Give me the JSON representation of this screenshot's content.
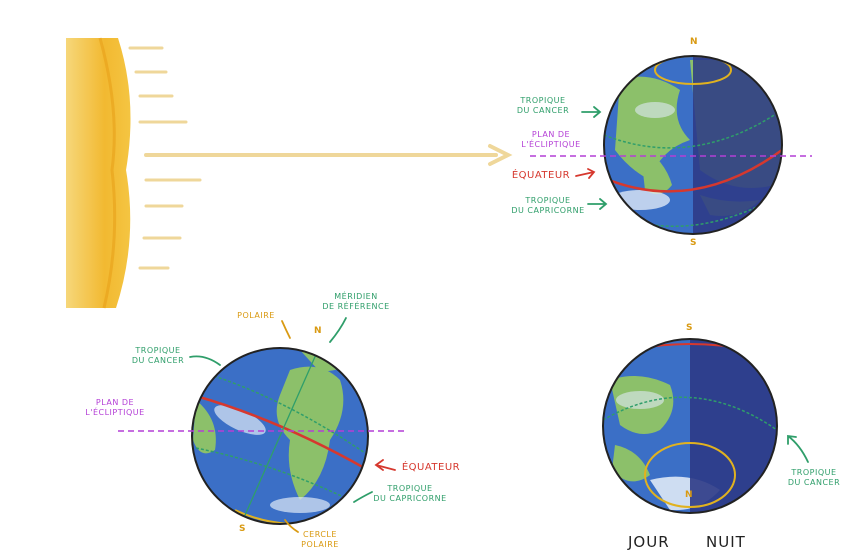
{
  "top": {
    "tropic_cancer": [
      "TROPIQUE",
      "DU CANCER"
    ],
    "ecliptic_plane": [
      "PLAN DE",
      "L'ÉCLIPTIQUE"
    ],
    "equator": "ÉQUATEUR",
    "tropic_capricorn": [
      "TROPIQUE",
      "DU CAPRICORNE"
    ],
    "north": "N",
    "south": "S"
  },
  "bottom_left": {
    "polar": "POLAIRE",
    "reference_meridian": [
      "MÉRIDIEN",
      "DE RÉFÉRENCE"
    ],
    "tropic_cancer": [
      "TROPIQUE",
      "DU CANCER"
    ],
    "ecliptic_plane": [
      "PLAN DE",
      "L'ÉCLIPTIQUE"
    ],
    "equator": "ÉQUATEUR",
    "tropic_capricorn": [
      "TROPIQUE",
      "DU CAPRICORNE"
    ],
    "polar_circle": [
      "CERCLE",
      "POLAIRE"
    ],
    "north": "N",
    "south": "S"
  },
  "bottom_right": {
    "south": "S",
    "north": "N",
    "tropic_cancer": [
      "TROPIQUE",
      "DU CANCER"
    ],
    "day": "JOUR",
    "night": "NUIT"
  },
  "colors": {
    "sun": "#f4c542",
    "ray": "#efd79a",
    "ocean": "#3b6fc6",
    "land": "#8cc06a",
    "night": "#2e3a86",
    "equator": "#d6382e",
    "tropic": "#2f9e6a",
    "polar_circle": "#e1b21f",
    "ecliptic": "#b43fd6"
  }
}
